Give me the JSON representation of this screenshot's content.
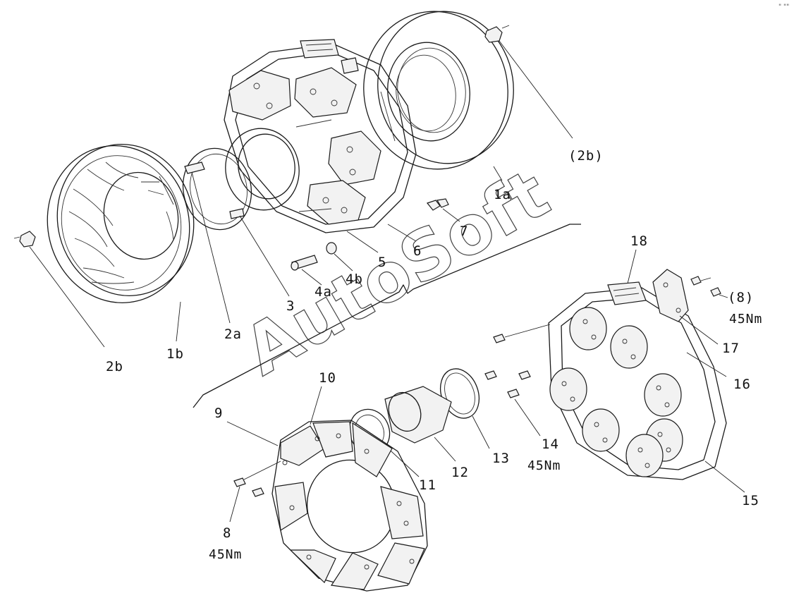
{
  "diagram": {
    "watermark": "AutoSoft",
    "corner_mark": "\" \"\"",
    "callouts": {
      "c_2b_top": "(2b)",
      "c_1a": "1a",
      "c_7": "7",
      "c_6": "6",
      "c_5": "5",
      "c_4b": "4b",
      "c_4a": "4a",
      "c_3": "3",
      "c_2a": "2a",
      "c_1b": "1b",
      "c_2b_left": "2b",
      "c_18": "18",
      "c_8_top": "(8)",
      "c_8_top_torque": "45Nm",
      "c_17": "17",
      "c_16": "16",
      "c_15": "15",
      "c_14": "14",
      "c_14_torque": "45Nm",
      "c_13": "13",
      "c_12": "12",
      "c_11": "11",
      "c_10": "10",
      "c_9": "9",
      "c_8_bottom": "8",
      "c_8_bottom_torque": "45Nm"
    }
  }
}
